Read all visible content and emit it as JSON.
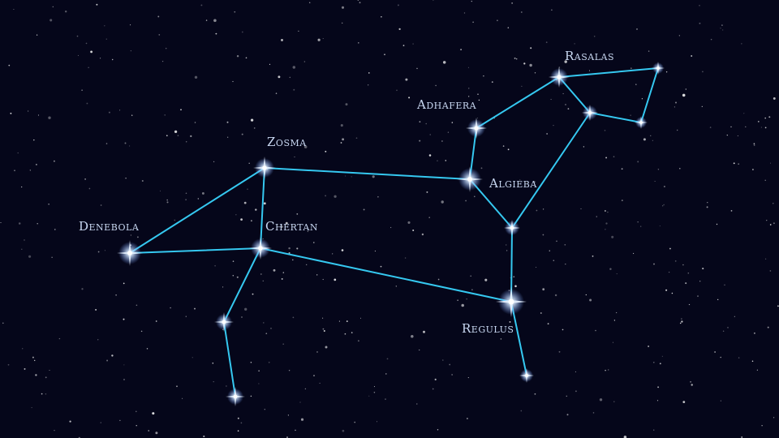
{
  "colors": {
    "background": "#05061a",
    "lines": "#35c8f0",
    "labels": "#c9d8f2",
    "stars": "#ffffff"
  },
  "labels": {
    "rasalas": "Rasalas",
    "adhafera": "Adhafera",
    "zosma": "Zosma",
    "algieba": "Algieba",
    "denebola": "Denebola",
    "chertan": "Chertan",
    "regulus": "Regulus"
  }
}
